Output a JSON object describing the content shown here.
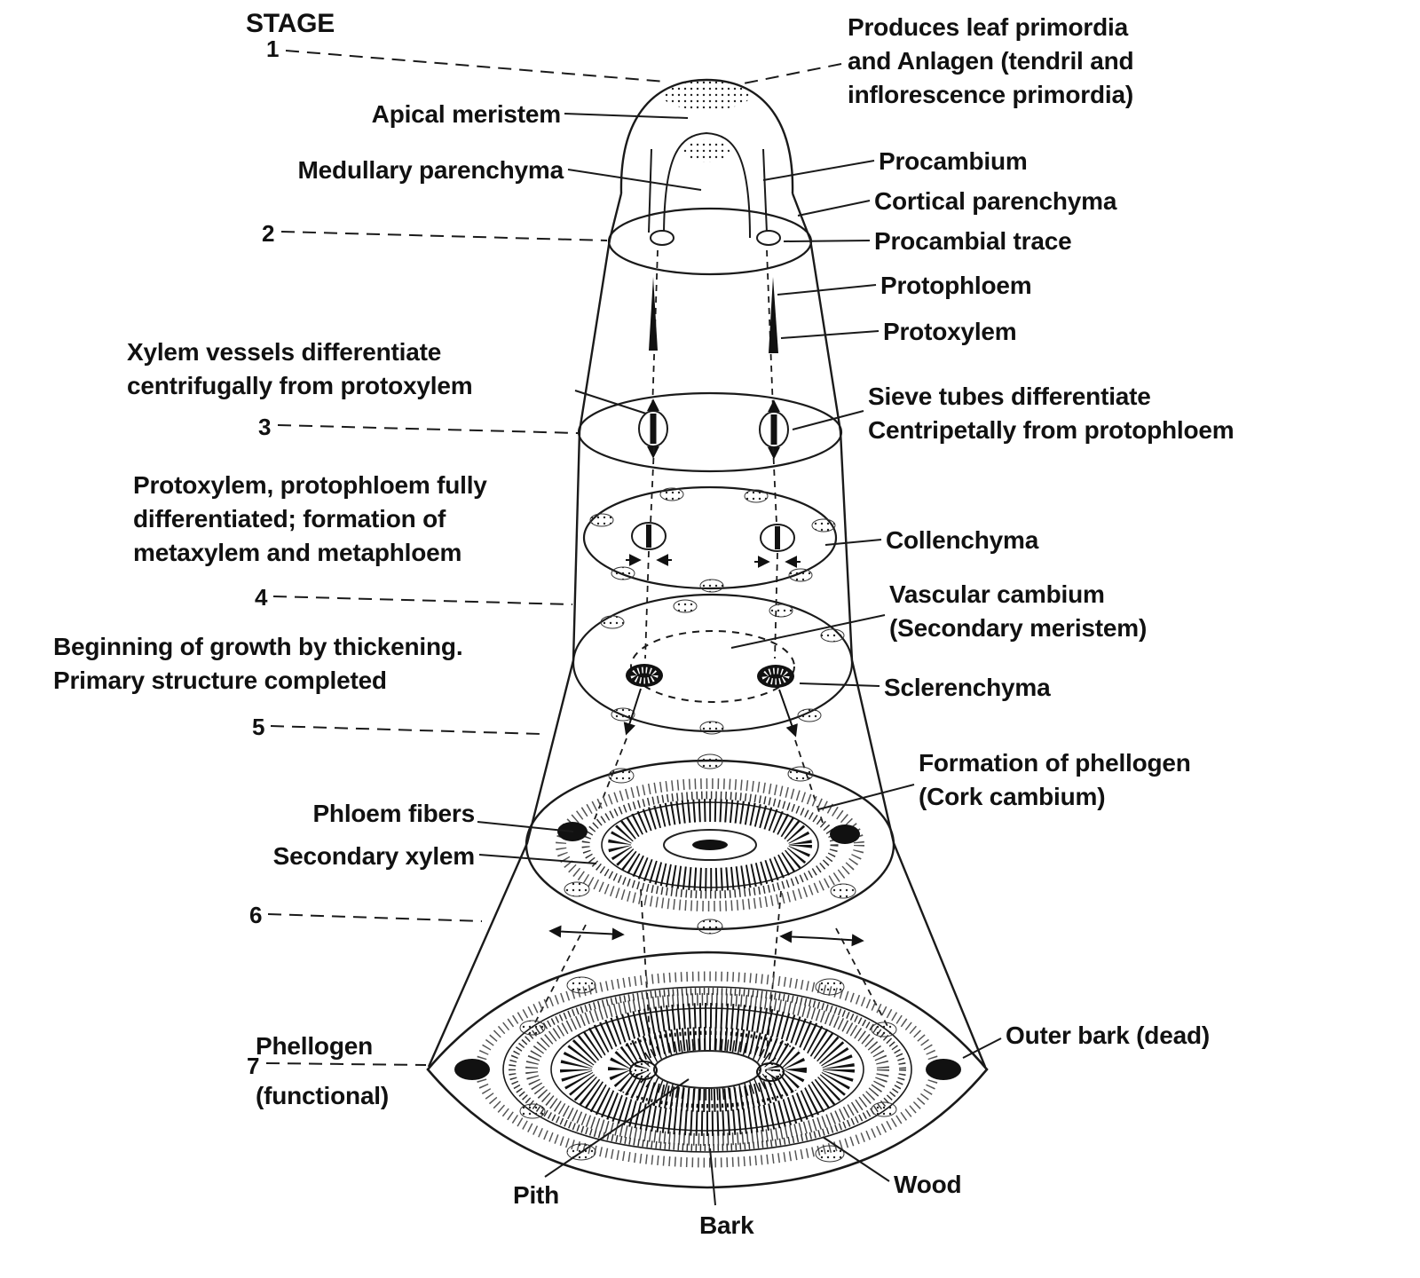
{
  "figure": {
    "title": "STAGE",
    "stages": [
      "1",
      "2",
      "3",
      "4",
      "5",
      "6",
      "7"
    ],
    "labels_left": {
      "apical_meristem": "Apical meristem",
      "medullary_parenchyma": "Medullary parenchyma",
      "xylem_vessels": "Xylem vessels differentiate\ncentrifugally from protoxylem",
      "protoxylem_protophloem": "Protoxylem, protophloem fully\ndifferentiated; formation of\nmetaxylem and metaphloem",
      "beginning_growth": "Beginning of growth by thickening.\nPrimary structure completed",
      "phloem_fibers": "Phloem fibers",
      "secondary_xylem": "Secondary xylem",
      "phellogen": "Phellogen",
      "phellogen_functional": "(functional)",
      "pith": "Pith",
      "bark": "Bark"
    },
    "labels_right": {
      "produces_leaf": "Produces leaf primordia\nand Anlagen (tendril and\ninflorescence primordia)",
      "procambium": "Procambium",
      "cortical_parenchyma": "Cortical parenchyma",
      "procambial_trace": "Procambial trace",
      "protophloem": "Protophloem",
      "protoxylem": "Protoxylem",
      "sieve_tubes": "Sieve tubes differentiate\nCentripetally from protophloem",
      "collenchyma": "Collenchyma",
      "vascular_cambium": "Vascular cambium\n(Secondary meristem)",
      "sclerenchyma": "Sclerenchyma",
      "formation_phellogen": "Formation of phellogen\n(Cork cambium)",
      "outer_bark": "Outer bark (dead)",
      "wood": "Wood"
    },
    "colors": {
      "ink": "#111111",
      "background": "#ffffff"
    }
  }
}
